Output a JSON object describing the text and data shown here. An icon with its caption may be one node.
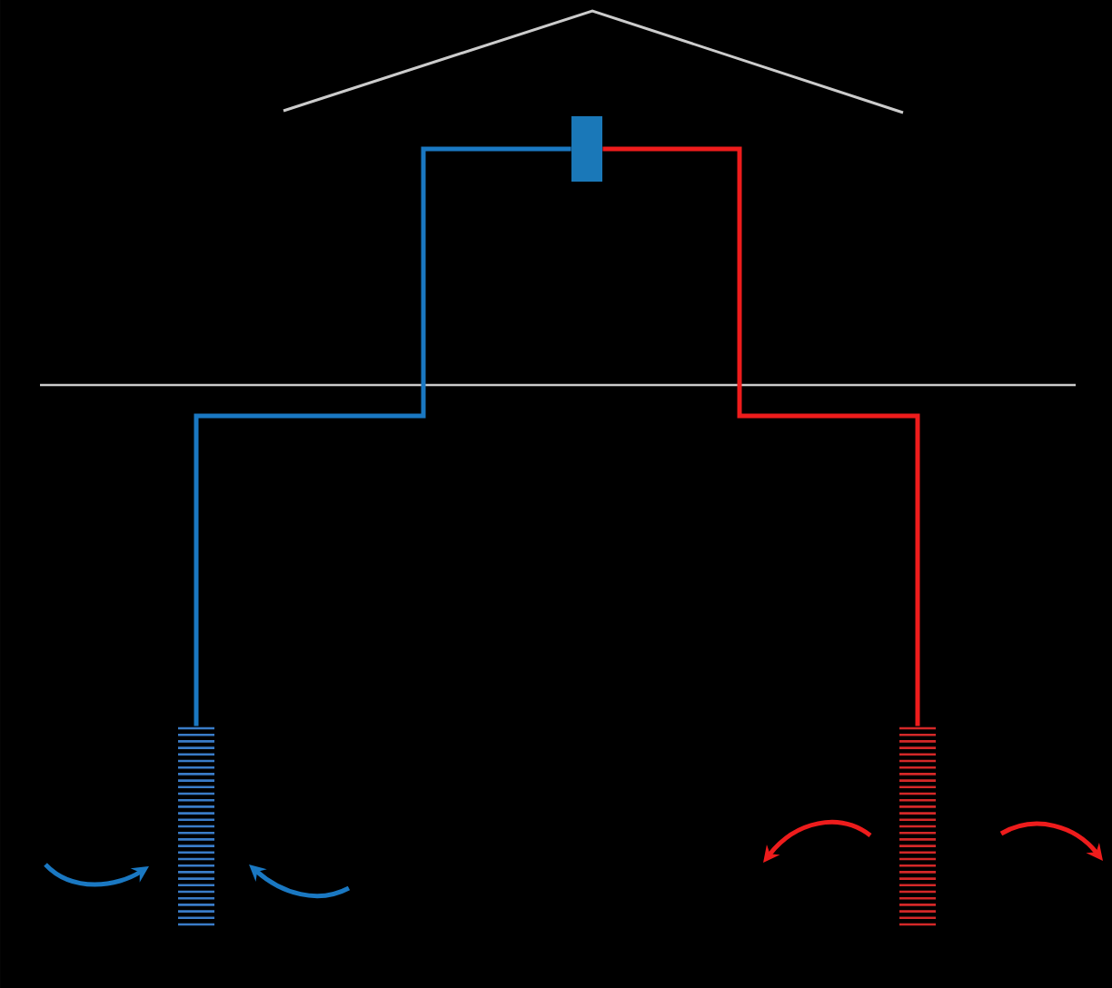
{
  "diagram": {
    "nodes": [
      {
        "text": [],
        "shape": "box"
      },
      {
        "text": [],
        "shape": "bar"
      },
      {
        "text": [],
        "shape": "bar"
      }
    ],
    "edges": [
      {
        "from": 0,
        "to": 1,
        "arrow": "none",
        "color": "#1a78c2"
      },
      {
        "from": 0,
        "to": 2,
        "arrow": "none",
        "color": "#ee1c1c"
      }
    ]
  }
}
